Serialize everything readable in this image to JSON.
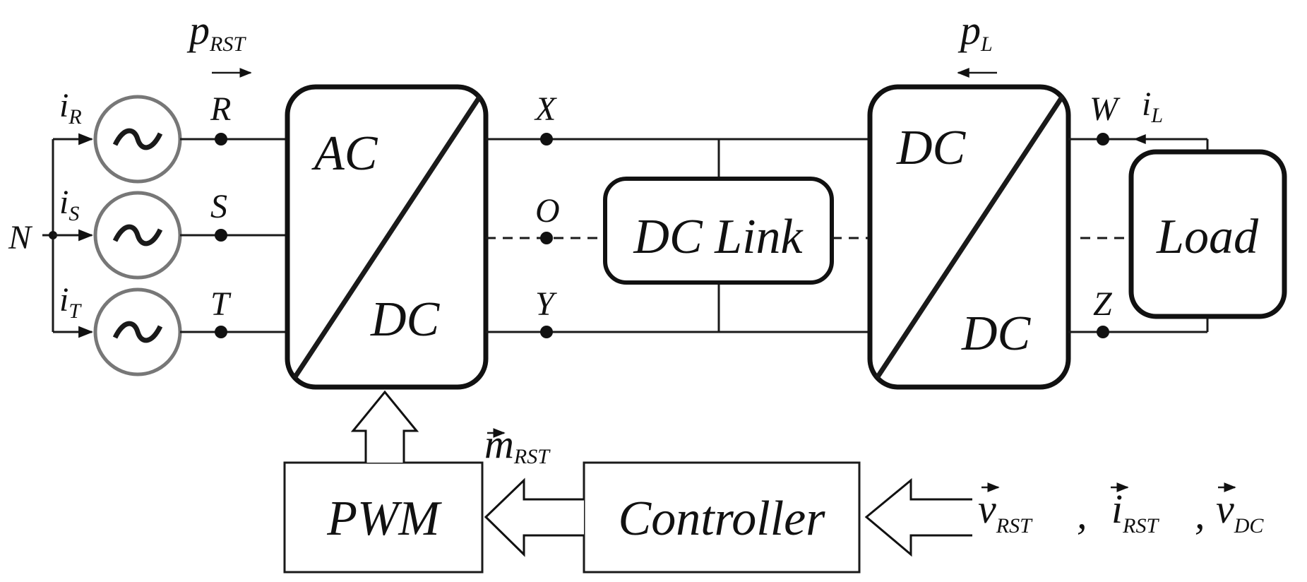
{
  "power": {
    "p_rst": "p",
    "p_rst_sub": "RST",
    "p_l": "p",
    "p_l_sub": "L"
  },
  "currents": {
    "i_r": "i",
    "i_r_sub": "R",
    "i_s": "i",
    "i_s_sub": "S",
    "i_t": "i",
    "i_t_sub": "T",
    "i_l": "i",
    "i_l_sub": "L"
  },
  "nodes": {
    "n": "N",
    "r": "R",
    "s": "S",
    "t": "T",
    "x": "X",
    "o": "O",
    "y": "Y",
    "w": "W",
    "z": "Z"
  },
  "converters": {
    "rectifier": {
      "top": "AC",
      "bottom": "DC"
    },
    "dcdc": {
      "top": "DC",
      "bottom": "DC"
    }
  },
  "blocks": {
    "dc_link": "DC Link",
    "load": "Load",
    "pwm": "PWM",
    "controller": "Controller"
  },
  "signals": {
    "m_rst": "m",
    "m_rst_sub": "RST",
    "v_rst": "v",
    "v_rst_sub": "RST",
    "i_rst": "i",
    "i_rst_sub": "RST",
    "v_dc": "v",
    "v_dc_sub": "DC",
    "separator": ","
  },
  "icons": {
    "ac_source": "sine-wave-source-icon"
  }
}
